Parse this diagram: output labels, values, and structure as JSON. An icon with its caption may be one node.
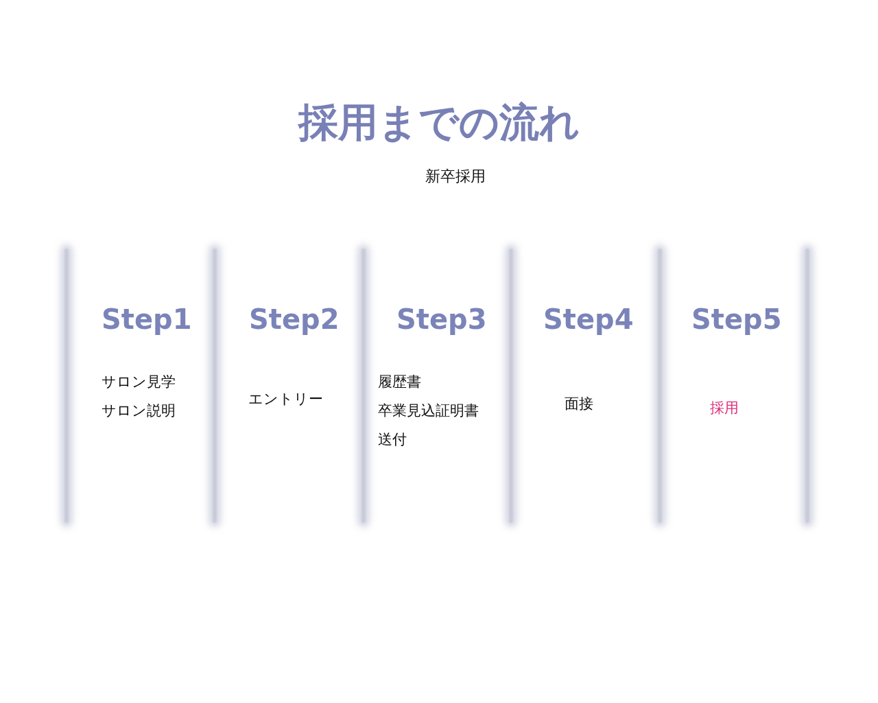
{
  "diagram": {
    "title": "採用までの流れ",
    "nodes": [
      {
        "text": [
          "Step1",
          "サロン見学",
          "サロン説明"
        ]
      },
      {
        "text": [
          "Step2",
          "エントリー"
        ]
      },
      {
        "text": [
          "Step3",
          "履歴書",
          "卒業見込証明書",
          "送付"
        ]
      },
      {
        "text": [
          "Step4",
          "面接"
        ]
      },
      {
        "text": [
          "Step5",
          "採用"
        ]
      }
    ],
    "edges": [],
    "labels": [
      "新卒採用"
    ]
  }
}
